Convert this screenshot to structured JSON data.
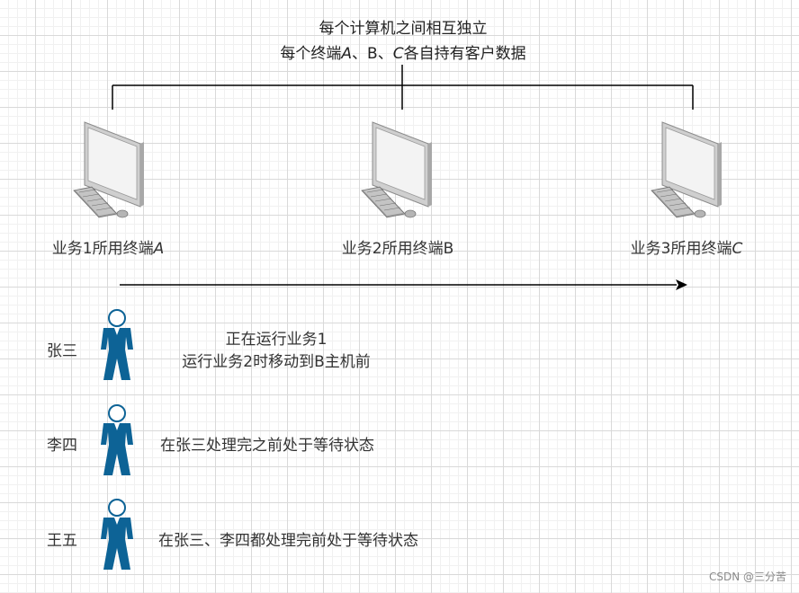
{
  "header": {
    "line1": "每个计算机之间相互独立",
    "line2_prefix": "每个终端",
    "line2_a": "A",
    "line2_sep1": "、B、",
    "line2_c": "C",
    "line2_suffix": "各自持有客户数据"
  },
  "terminals": [
    {
      "label_prefix": "业务1所用终端",
      "label_letter": "A",
      "icon": "computer-icon"
    },
    {
      "label_prefix": "业务2所用终端",
      "label_letter": "B",
      "icon": "computer-icon"
    },
    {
      "label_prefix": "业务3所用终端",
      "label_letter": "C",
      "icon": "computer-icon"
    }
  ],
  "people": [
    {
      "name": "张三",
      "status_line1": "正在运行业务1",
      "status_line2": "运行业务2时移动到B主机前",
      "icon": "person-icon"
    },
    {
      "name": "李四",
      "status_line1": "在张三处理完之前处于等待状态",
      "icon": "person-icon"
    },
    {
      "name": "王五",
      "status_line1": "在张三、李四都处理完前处于等待状态",
      "icon": "person-icon"
    }
  ],
  "watermark": "CSDN @三分苦",
  "colors": {
    "person": "#0d6396",
    "line": "#000000",
    "grid": "#d9d9d9",
    "monitor_frame": "#c8c8c8",
    "screen": "#f2f2f2"
  }
}
